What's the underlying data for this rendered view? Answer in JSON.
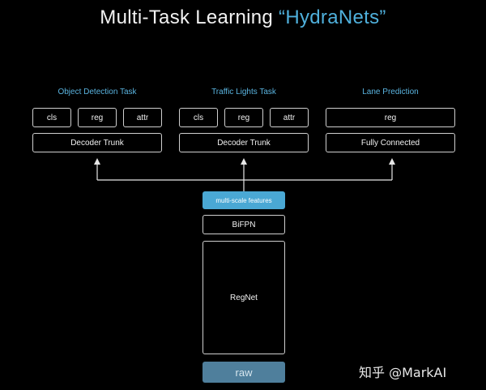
{
  "title": {
    "main": "Multi-Task Learning ",
    "accent": "“HydraNets”"
  },
  "tasks": [
    {
      "name": "Object Detection Task",
      "heads": [
        "cls",
        "reg",
        "attr"
      ],
      "trunk": "Decoder Trunk"
    },
    {
      "name": "Traffic Lights Task",
      "heads": [
        "cls",
        "reg",
        "attr"
      ],
      "trunk": "Decoder Trunk"
    },
    {
      "name": "Lane Prediction",
      "heads": [
        "reg"
      ],
      "trunk": "Fully Connected"
    }
  ],
  "backbone": {
    "features": "multi-scale features",
    "fpn": "BiFPN",
    "net": "RegNet",
    "input": "raw"
  },
  "watermark": "知乎 @MarkAI",
  "colors": {
    "background": "#000000",
    "accent": "#4fb0dc",
    "features_fill": "#4aa8d4",
    "raw_fill": "#4f7f9c",
    "box_border": "#cfcfcf"
  }
}
